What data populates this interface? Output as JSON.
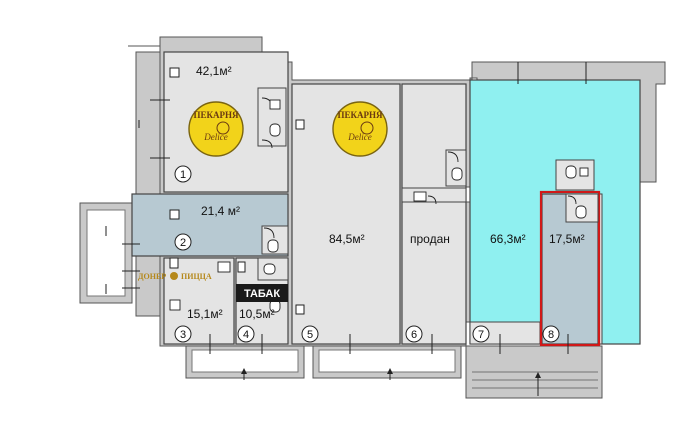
{
  "rooms": [
    {
      "number": "1",
      "area": "42,1м²",
      "color": "#e4e4e4"
    },
    {
      "number": "2",
      "area": "21,4 м²",
      "color": "#b7c9d2"
    },
    {
      "number": "3",
      "area": "15,1м²",
      "color": "#e4e4e4"
    },
    {
      "number": "4",
      "area": "10,5м²",
      "color": "#e4e4e4"
    },
    {
      "number": "5",
      "area": "84,5м²",
      "color": "#e4e4e4"
    },
    {
      "number": "6",
      "area": "продан",
      "color": "#e4e4e4"
    },
    {
      "number": "7",
      "area": "66,3м²",
      "color": "#8ff0f0"
    },
    {
      "number": "8",
      "area": "17,5м²",
      "color": "#b7c9d2"
    }
  ],
  "signs": {
    "bakery": "ПЕКАРНЯ",
    "bakery_script": "Delice",
    "doner": "ДОНЕР",
    "pizza": "ПИЦЦА",
    "tabak": "ТАБАК"
  },
  "colors": {
    "wall": "#c9c9c9",
    "highlight_border": "#d01818",
    "logo_fill": "#f2d31a",
    "tabak_bg": "#1a1a1a"
  }
}
